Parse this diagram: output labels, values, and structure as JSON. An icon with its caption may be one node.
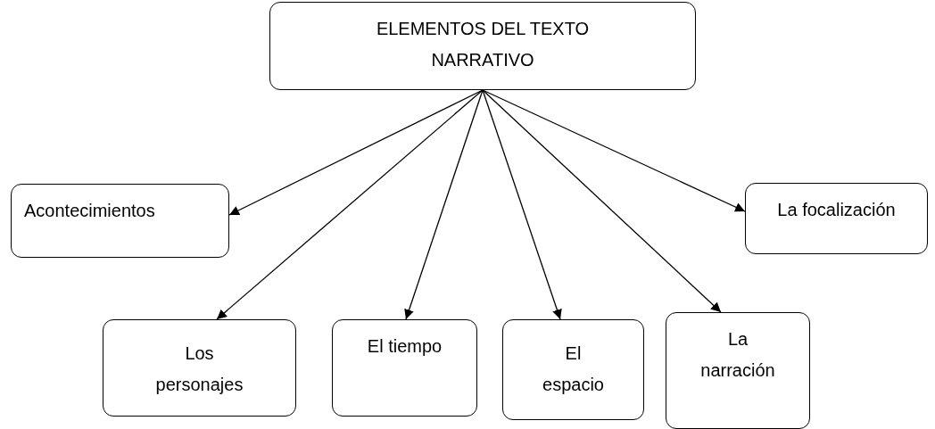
{
  "diagram": {
    "nodes": [
      {
        "text": [
          "ELEMENTOS DEL TEXTO NARRATIVO"
        ]
      },
      {
        "text": [
          "Acontecimientos"
        ]
      },
      {
        "text": [
          "Los personajes"
        ]
      },
      {
        "text": [
          "El tiempo"
        ]
      },
      {
        "text": [
          "El espacio"
        ]
      },
      {
        "text": [
          "La narración"
        ]
      },
      {
        "text": [
          "La focalización"
        ]
      }
    ],
    "edges": [
      {
        "from": 0,
        "to": 1,
        "arrow": "to"
      },
      {
        "from": 0,
        "to": 2,
        "arrow": "to"
      },
      {
        "from": 0,
        "to": 3,
        "arrow": "to"
      },
      {
        "from": 0,
        "to": 4,
        "arrow": "to"
      },
      {
        "from": 0,
        "to": 5,
        "arrow": "to"
      },
      {
        "from": 0,
        "to": 6,
        "arrow": "to"
      }
    ]
  }
}
